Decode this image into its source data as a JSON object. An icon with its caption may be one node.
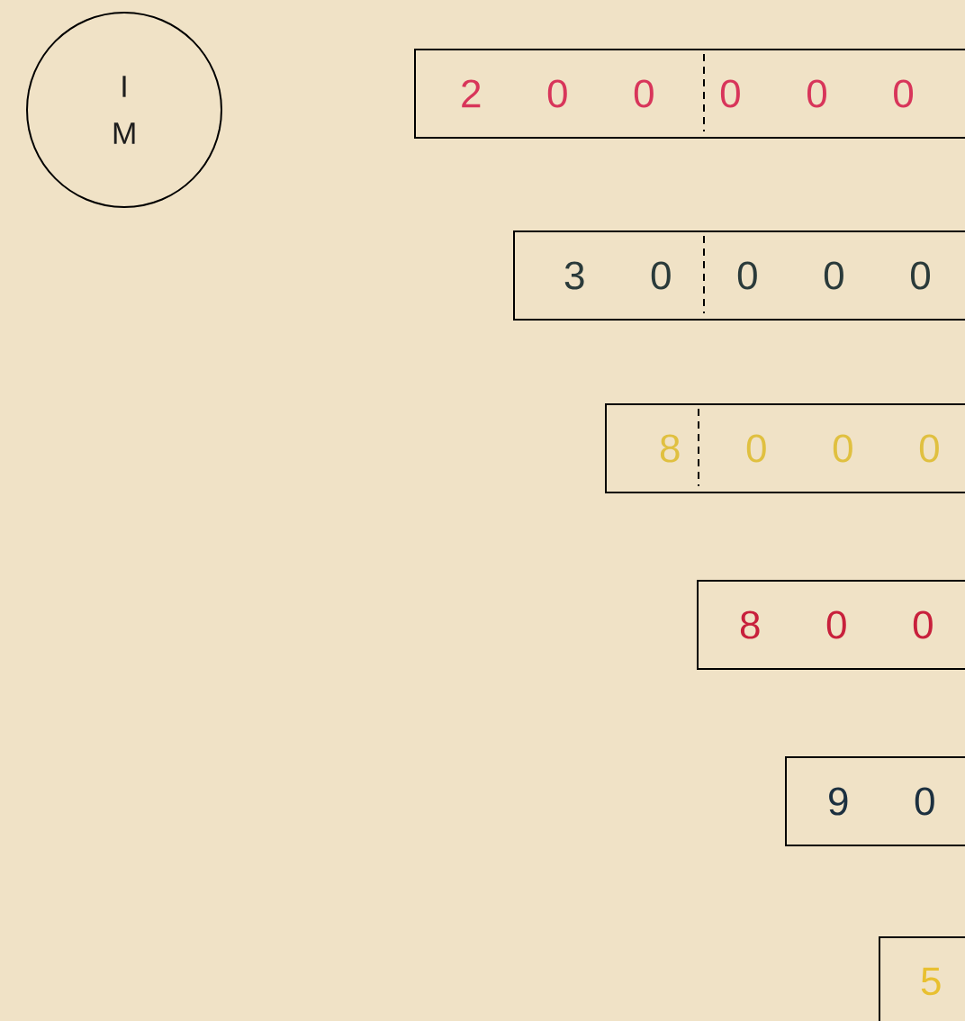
{
  "diagram": {
    "nodes": [
      {
        "text": [
          "I M"
        ]
      },
      {
        "text": [
          "2 0 0 0 0 0"
        ]
      },
      {
        "text": [
          "3 0 0 0 0"
        ]
      },
      {
        "text": [
          "8 0 0 0"
        ]
      },
      {
        "text": [
          "8 0 0"
        ]
      },
      {
        "text": [
          "9 0"
        ]
      },
      {
        "text": [
          "5"
        ]
      }
    ]
  }
}
